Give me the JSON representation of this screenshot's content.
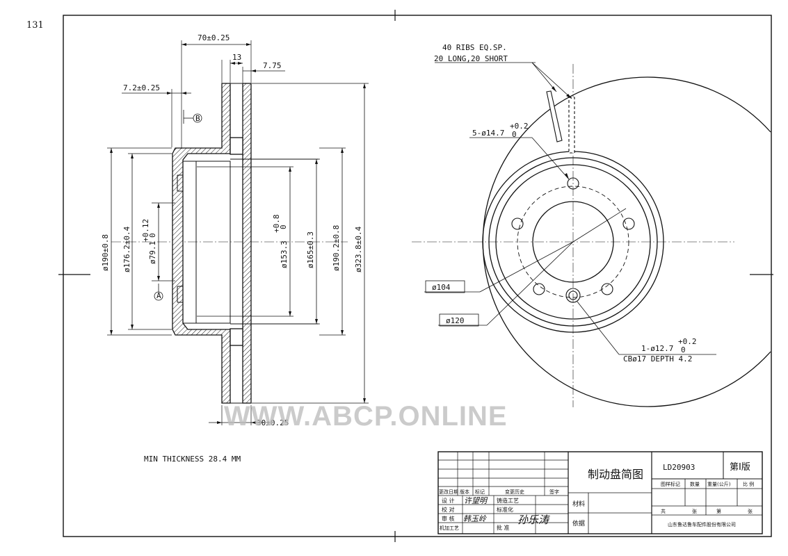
{
  "page": {
    "sheet_number": "131"
  },
  "section_view": {
    "overall_width": "70±0.25",
    "hat_wall": "13",
    "rib_gap": "7.75",
    "flange_offset": "7.2±0.25",
    "datum_b": "B",
    "datum_a": "A",
    "d190": "ø190±0.8",
    "d176": "ø176.2±0.4",
    "d79": "ø79.1",
    "d79_tol_upper": "+0.12",
    "d79_tol_lower": "0",
    "d153": "ø153.3",
    "d153_tol_upper": "+0.8",
    "d153_tol_lower": "0",
    "d165": "ø165±0.3",
    "d190b": "ø190.2±0.8",
    "d323": "ø323.8±0.4",
    "thickness": "30±0.25"
  },
  "front_view": {
    "ribs_line1": "40 RIBS EQ.SP.",
    "ribs_line2": "20 LONG,20 SHORT",
    "bolt_holes": "5-ø14.7",
    "bolt_tol_upper": "+0.2",
    "bolt_tol_lower": "0",
    "pcd": "ø120",
    "d104": "ø104",
    "pin_hole": "1-ø12.7",
    "pin_tol_upper": "+0.2",
    "pin_tol_lower": "0",
    "counterbore": "CBø17 DEPTH 4.2"
  },
  "note": "MIN THICKNESS 28.4 MM",
  "watermark": "WWW.ABCP.ONLINE",
  "title_block": {
    "drawing_title": "制动盘简图",
    "drawing_number": "LD20903",
    "edition": "第Ⅰ版",
    "hist_headers": [
      "更改日期",
      "版本",
      "标记",
      "变更历史",
      "签字"
    ],
    "sign_rows": [
      {
        "label": "设 计",
        "sig": "许望明"
      },
      {
        "label": "校 对",
        "sig": ""
      },
      {
        "label": "审 核",
        "sig": "韩玉岭"
      },
      {
        "label": "机加工艺",
        "sig": ""
      }
    ],
    "mid_rows": [
      "铸造工艺",
      "标准化",
      "批 准"
    ],
    "material_label": "材料",
    "basis_label": "依据",
    "approve_sig": "孙乐涛",
    "right_headers": [
      "图样标记",
      "数量",
      "重量(公斤)",
      "比 例"
    ],
    "page_of": [
      "共",
      "张",
      "第",
      "张"
    ],
    "company": "山东鲁达鲁车配件股份有限公司"
  }
}
